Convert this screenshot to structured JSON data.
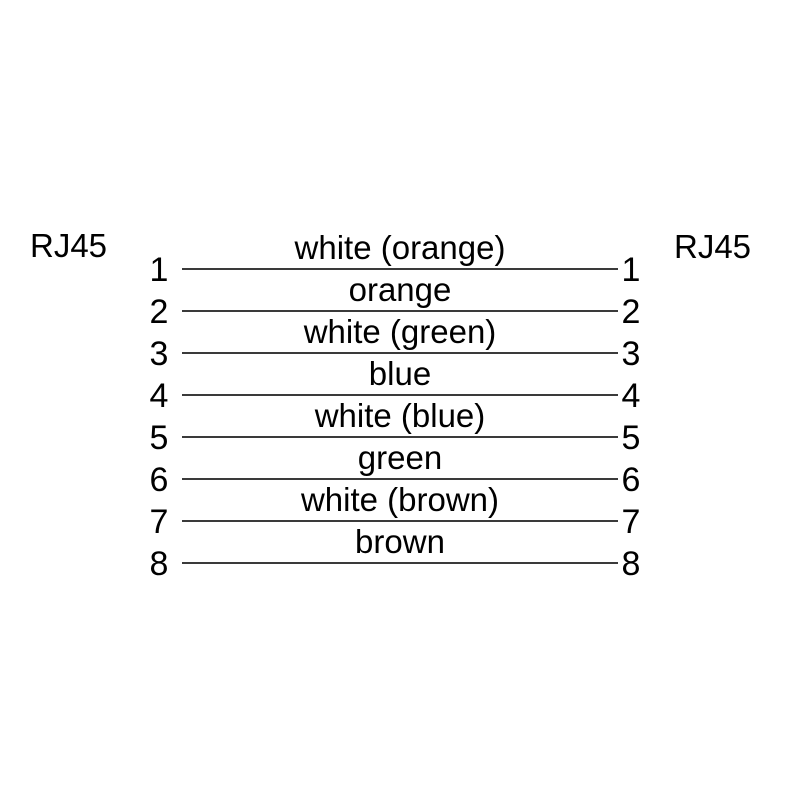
{
  "colors": {
    "background": "#ffffff",
    "text": "#000000",
    "wire_line": "#3a3a3a"
  },
  "diagram": {
    "left_connector": "RJ45",
    "right_connector": "RJ45",
    "wires": [
      {
        "pin_left": "1",
        "pin_right": "1",
        "label": "white (orange)"
      },
      {
        "pin_left": "2",
        "pin_right": "2",
        "label": "orange"
      },
      {
        "pin_left": "3",
        "pin_right": "3",
        "label": "white (green)"
      },
      {
        "pin_left": "4",
        "pin_right": "4",
        "label": "blue"
      },
      {
        "pin_left": "5",
        "pin_right": "5",
        "label": "white (blue)"
      },
      {
        "pin_left": "6",
        "pin_right": "6",
        "label": "green"
      },
      {
        "pin_left": "7",
        "pin_right": "7",
        "label": "white (brown)"
      },
      {
        "pin_left": "8",
        "pin_right": "8",
        "label": "brown"
      }
    ]
  }
}
